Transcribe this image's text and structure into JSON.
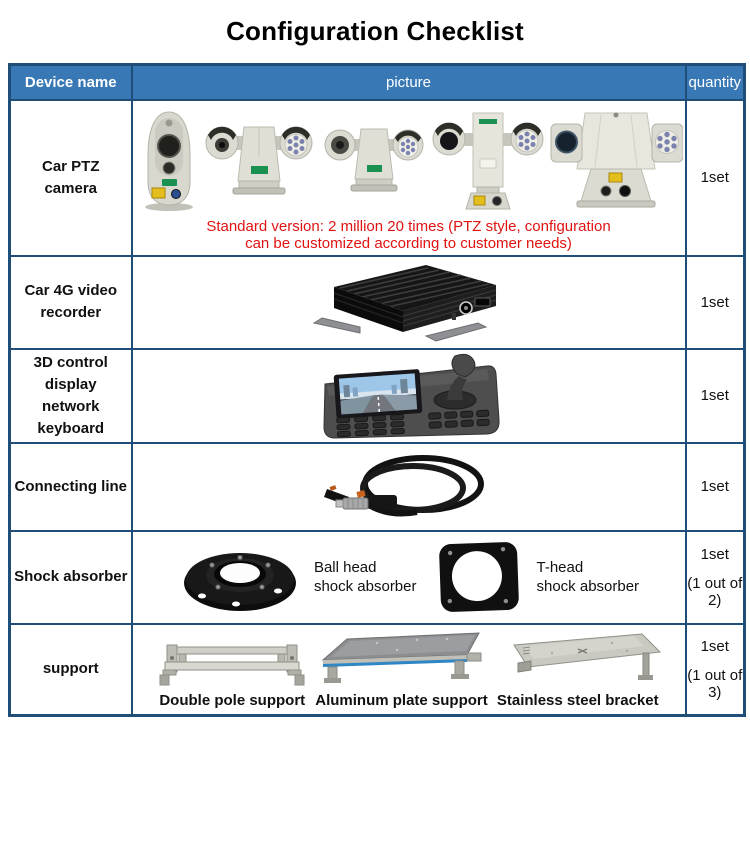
{
  "title": "Configuration Checklist",
  "colors": {
    "header_bg": "#3878b5",
    "border": "#1f4e79",
    "note_red": "#e01212"
  },
  "table": {
    "headers": {
      "device": "Device name",
      "picture": "picture",
      "quantity": "quantity"
    },
    "rows": [
      {
        "device": "Car PTZ\ncamera",
        "quantity": "1set",
        "note": "Standard version: 2 million 20 times (PTZ style, configuration\ncan be customized according to customer needs)"
      },
      {
        "device": "Car 4G video\nrecorder",
        "quantity": "1set"
      },
      {
        "device": "3D control\ndisplay\nnetwork\nkeyboard",
        "quantity": "1set"
      },
      {
        "device": "Connecting line",
        "quantity": "1set"
      },
      {
        "device": "Shock absorber",
        "quantity": "1set",
        "quantity_note": "(1 out of 2)",
        "labels": {
          "ball": "Ball head\nshock absorber",
          "thead": "T-head\nshock absorber"
        }
      },
      {
        "device": "support",
        "quantity": "1set",
        "quantity_note": "(1 out of 3)",
        "labels": {
          "double_pole": "Double pole support",
          "aluminum": "Aluminum plate support",
          "stainless": "Stainless steel bracket"
        }
      }
    ]
  }
}
